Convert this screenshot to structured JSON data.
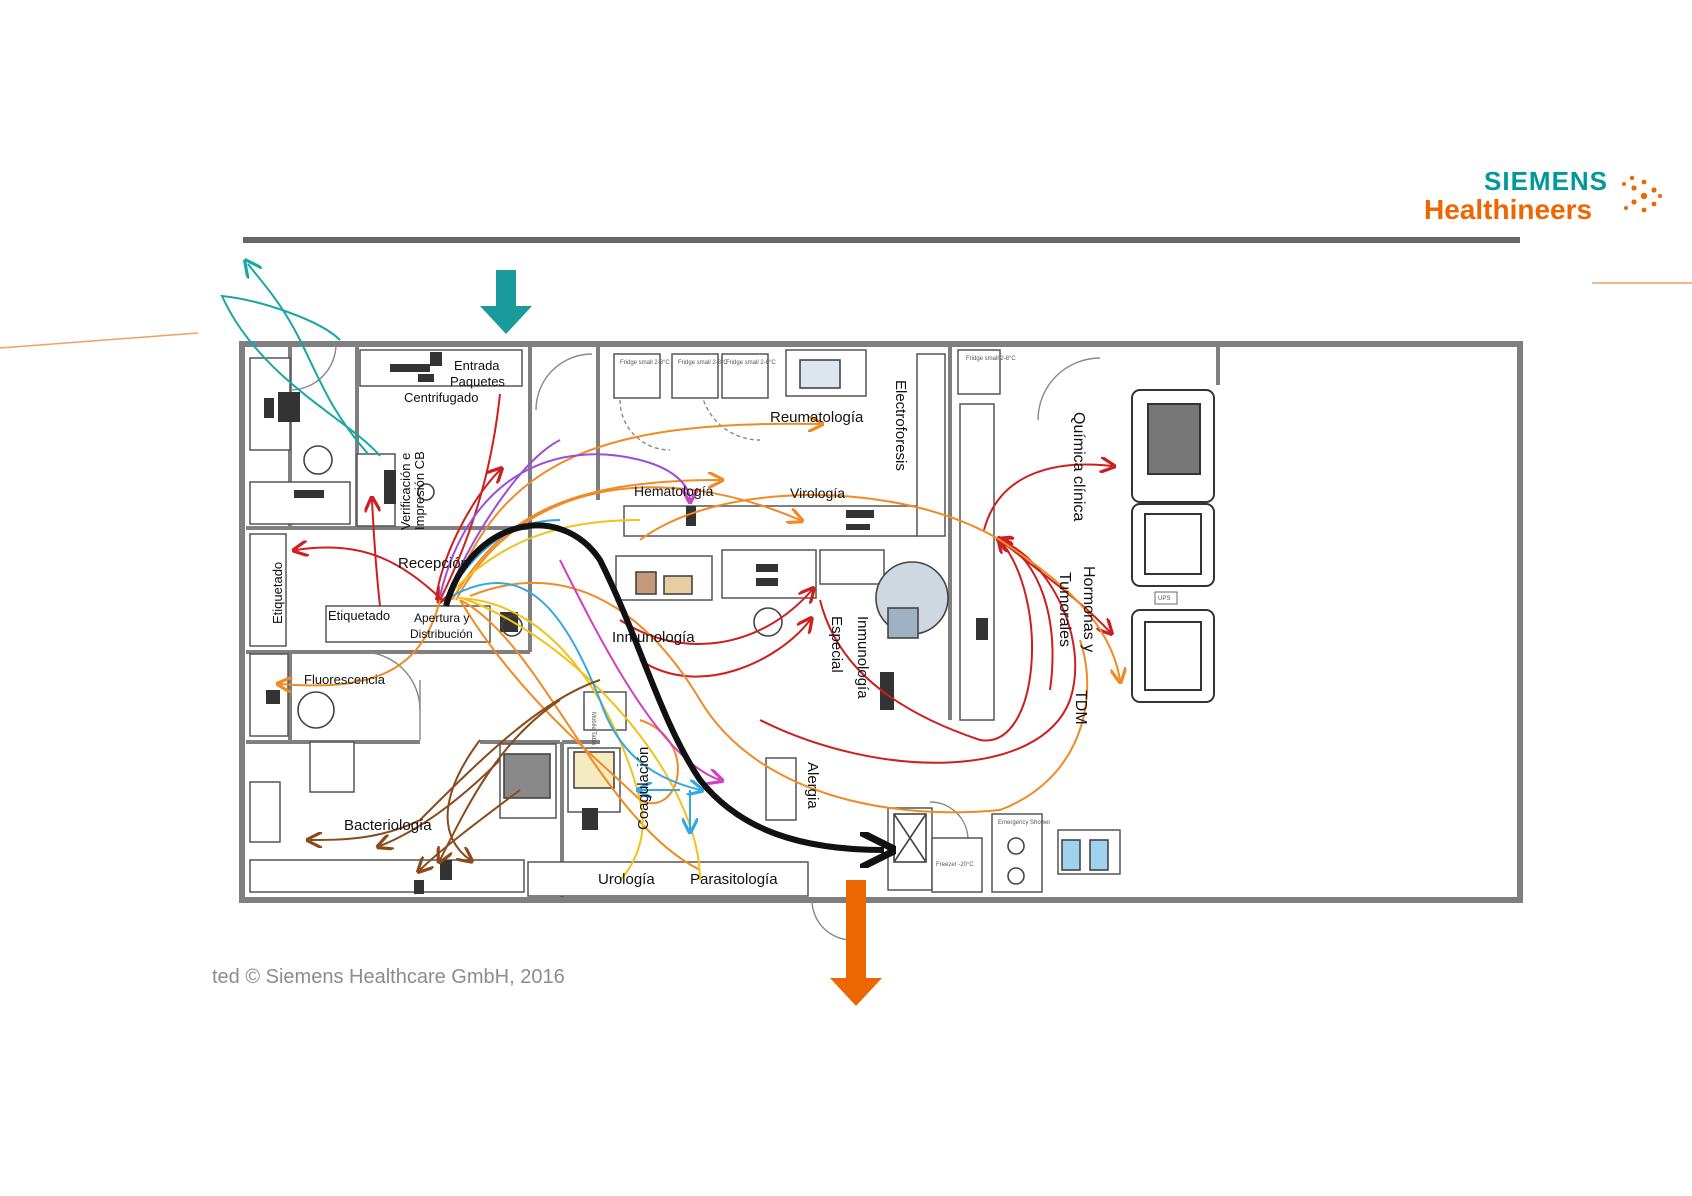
{
  "brand": {
    "line1": "SIEMENS",
    "line2": "Healthineers"
  },
  "colors": {
    "teal": "#009999",
    "orange": "#EC6602",
    "wall": "#7f7f7f",
    "red": "#cc1f1f",
    "flowOrange": "#f08a24",
    "purple": "#9b4fd6",
    "yellow": "#f2c21b",
    "blue": "#34a8e0",
    "brown": "#8a4b1c",
    "magenta": "#d040c0",
    "black": "#111111"
  },
  "icons": {
    "entry": "teal-down-arrow-icon",
    "exit": "orange-down-arrow-icon",
    "brand": "dots-logo-icon"
  },
  "footer": "ted © Siemens Healthcare GmbH, 2016",
  "labels": {
    "entrada": "Entrada",
    "paquetes": "Paquetes",
    "centrifugado": "Centrifugado",
    "verificacion": "Verificación e",
    "impresion": "Impresión CB",
    "recepcion": "Recepción",
    "etiquetado_v": "Etiquetado",
    "etiquetado": "Etiquetado",
    "apertura": "Apertura y",
    "distribucion": "Distribución",
    "fluorescencia": "Fluorescencia",
    "bacteriologia": "Bacteriología",
    "urologia": "Urología",
    "parasitologia": "Parasitología",
    "coagulacion": "Coagulación",
    "alergia": "Alergia",
    "hematologia": "Hematología",
    "virologia": "Virología",
    "reumatologia": "Reumatología",
    "electroforesis": "Electroforesis",
    "inmunologia": "Inmunología",
    "inmunologia_esp_1": "Inmunología",
    "inmunologia_esp_2": "Especial",
    "quimica": "Química clínica",
    "hormonas_1": "Hormonas y",
    "hormonas_2": "Tumorales",
    "tdm": "TDM",
    "fridge": "Fridge small 2-8°C",
    "mobile_table": "Mobile Table",
    "ups": "UPS",
    "freezer": "Freezer -20°C",
    "emergency_shower": "Emergency Shower"
  }
}
